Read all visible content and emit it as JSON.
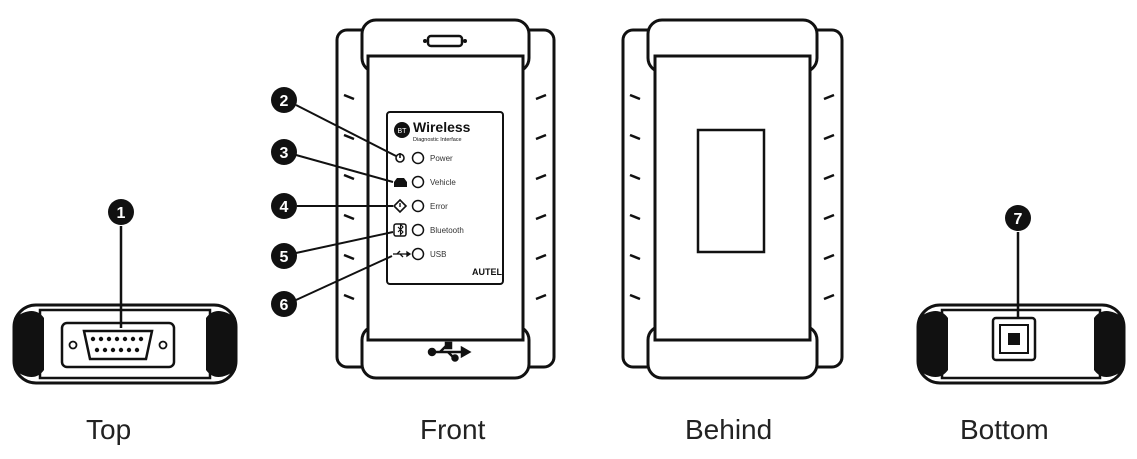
{
  "views": [
    {
      "id": "top",
      "label": "Top"
    },
    {
      "id": "front",
      "label": "Front"
    },
    {
      "id": "behind",
      "label": "Behind"
    },
    {
      "id": "bottom",
      "label": "Bottom"
    }
  ],
  "callouts": [
    "1",
    "2",
    "3",
    "4",
    "5",
    "6",
    "7"
  ],
  "panel": {
    "brand_mark": "BT",
    "title": "Wireless",
    "subtitle": "Diagnostic Interface",
    "leds": [
      {
        "label": "Power",
        "icon": "power-icon"
      },
      {
        "label": "Vehicle",
        "icon": "car-icon"
      },
      {
        "label": "Error",
        "icon": "error-icon"
      },
      {
        "label": "Bluetooth",
        "icon": "bluetooth-icon"
      },
      {
        "label": "USB",
        "icon": "usb-icon"
      }
    ],
    "logo": "AUTEL"
  },
  "colors": {
    "line": "#111111",
    "background": "#ffffff",
    "panel": "#ffffff"
  }
}
